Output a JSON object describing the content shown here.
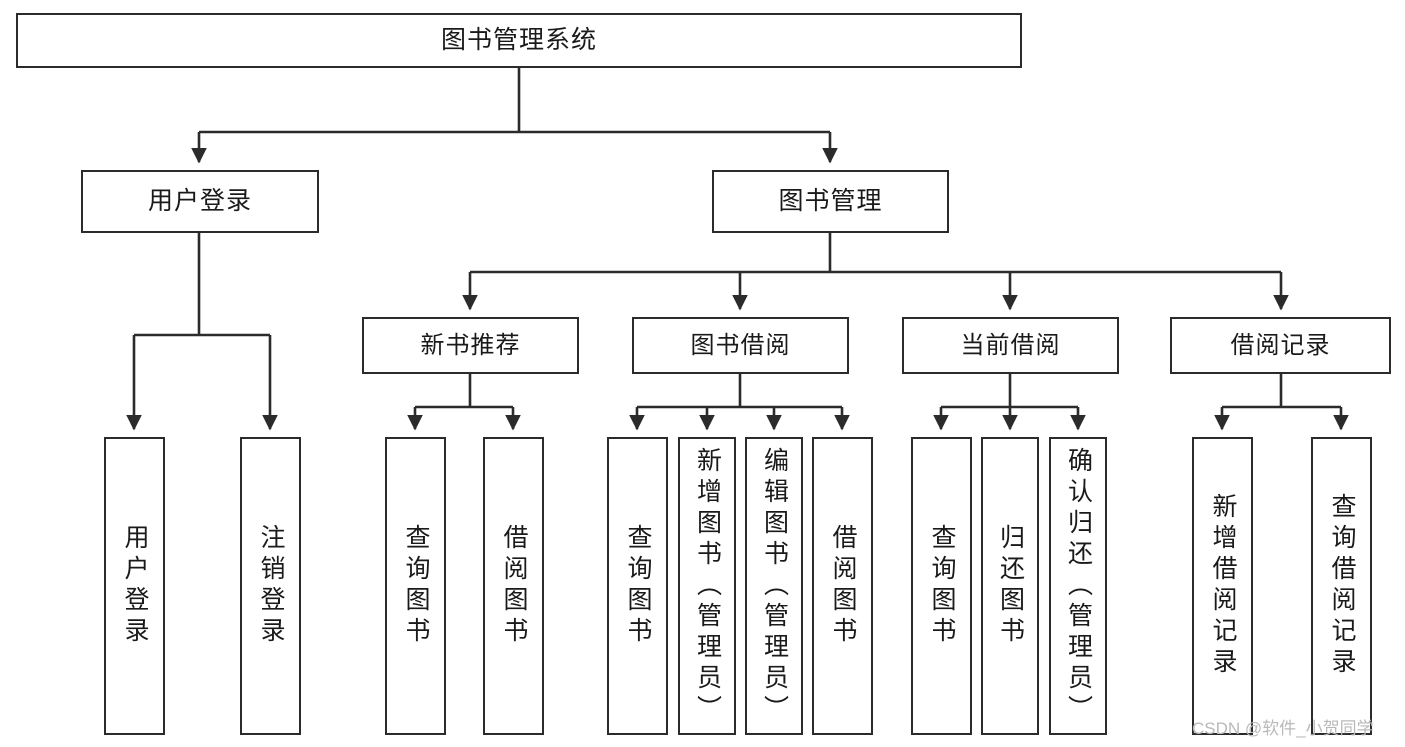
{
  "diagram": {
    "type": "tree-hierarchy-chart",
    "title": "图书管理系统",
    "background_color": "#ffffff",
    "line_color": "#2b2b2b",
    "text_color": "#1a1a1a",
    "levels": {
      "root": {
        "label": "图书管理系统"
      },
      "level2": [
        {
          "id": "user-login",
          "label": "用户登录"
        },
        {
          "id": "book-mgmt",
          "label": "图书管理"
        }
      ],
      "level3": [
        {
          "id": "new-book",
          "label": "新书推荐",
          "parent": "book-mgmt"
        },
        {
          "id": "book-borrow",
          "label": "图书借阅",
          "parent": "book-mgmt"
        },
        {
          "id": "current",
          "label": "当前借阅",
          "parent": "book-mgmt"
        },
        {
          "id": "records",
          "label": "借阅记录",
          "parent": "book-mgmt"
        }
      ],
      "leaves": [
        {
          "id": "leaf-1",
          "label": "用户登录",
          "parent": "user-login"
        },
        {
          "id": "leaf-2",
          "label": "注销登录",
          "parent": "user-login"
        },
        {
          "id": "leaf-3",
          "label": "查询图书",
          "parent": "new-book"
        },
        {
          "id": "leaf-4",
          "label": "借阅图书",
          "parent": "new-book"
        },
        {
          "id": "leaf-5",
          "label": "查询图书",
          "parent": "book-borrow"
        },
        {
          "id": "leaf-6",
          "label": "新增图书（管理员）",
          "parent": "book-borrow"
        },
        {
          "id": "leaf-7",
          "label": "编辑图书（管理员）",
          "parent": "book-borrow"
        },
        {
          "id": "leaf-8",
          "label": "借阅图书",
          "parent": "book-borrow"
        },
        {
          "id": "leaf-9",
          "label": "查询图书",
          "parent": "current"
        },
        {
          "id": "leaf-10",
          "label": "归还图书",
          "parent": "current"
        },
        {
          "id": "leaf-11",
          "label": "确认归还（管理员）",
          "parent": "current"
        },
        {
          "id": "leaf-12",
          "label": "新增借阅记录",
          "parent": "records"
        },
        {
          "id": "leaf-13",
          "label": "查询借阅记录",
          "parent": "records"
        }
      ]
    }
  },
  "watermark": {
    "text": "CSDN @软件_小贺同学"
  }
}
